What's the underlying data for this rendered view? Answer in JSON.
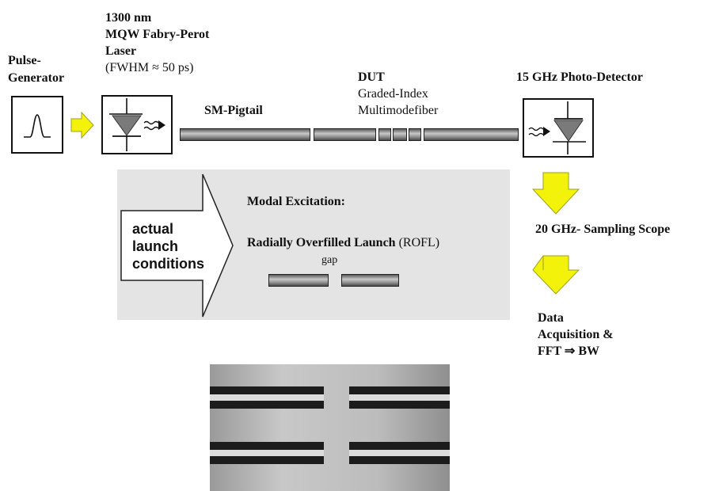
{
  "pulse_generator": {
    "label_line1": "Pulse-",
    "label_line2": "Generator"
  },
  "laser": {
    "line1": "1300 nm",
    "line2": "MQW Fabry-Perot",
    "line3": "Laser",
    "line4": "(FWHM ≈ 50 ps)"
  },
  "pigtail": {
    "label": "SM-Pigtail"
  },
  "dut": {
    "label": "DUT",
    "sub1": "Graded-Index",
    "sub2": "Multimodefiber"
  },
  "detector": {
    "label": "15 GHz Photo-Detector"
  },
  "launch_panel": {
    "arrow_line1": "actual",
    "arrow_line2": "launch",
    "arrow_line3": "conditions",
    "modal_label": "Modal Excitation:",
    "rofl_bold": "Radially Overfilled Launch",
    "rofl_abbr": "(ROFL)",
    "gap_label": "gap"
  },
  "scope": {
    "label": "20 GHz- Sampling Scope"
  },
  "data_acq": {
    "line1": "Data",
    "line2": "Acquisition &",
    "line3": "FFT ⇒ BW"
  },
  "colors": {
    "arrow_yellow": "#f2f20a",
    "arrow_outline": "#a0a020",
    "panel_gray": "#e4e4e4",
    "fiber_dark": "#4c4c4c",
    "fiber_light": "#c8c8c8"
  },
  "icons": [
    "pulse-waveform-icon",
    "laser-diode-icon",
    "photodiode-icon",
    "right-arrow-icon",
    "down-arrow-icon"
  ]
}
